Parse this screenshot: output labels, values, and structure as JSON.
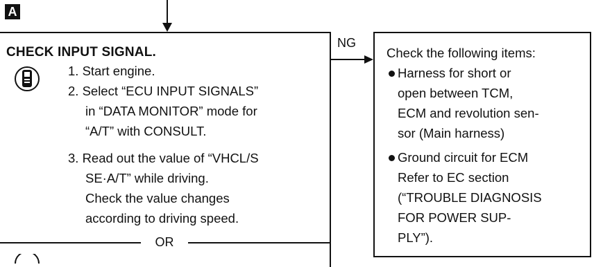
{
  "step_badge": "A",
  "main_box": {
    "title": "CHECK INPUT SIGNAL.",
    "lines": [
      "1. Start engine.",
      "2. Select “ECU INPUT SIGNALS”",
      "in “DATA MONITOR” mode for",
      "“A/T” with CONSULT.",
      "3. Read out the value of “VHCL/S",
      "SE·A/T” while driving.",
      "Check the value changes",
      "according to driving speed."
    ],
    "separator": "OR"
  },
  "ng_label": "NG",
  "ng_box": {
    "heading": "Check the following items:",
    "bullet1_lines": [
      "Harness for short or",
      "open between TCM,",
      "ECM and revolution sen-",
      "sor (Main harness)"
    ],
    "bullet2_lines": [
      "Ground circuit for ECM",
      "Refer to EC section",
      "(“TROUBLE DIAGNOSIS",
      "FOR POWER SUP-",
      "PLY”)."
    ]
  },
  "icons": {
    "consult": "consult-tester-icon",
    "next": "tester-icon"
  }
}
